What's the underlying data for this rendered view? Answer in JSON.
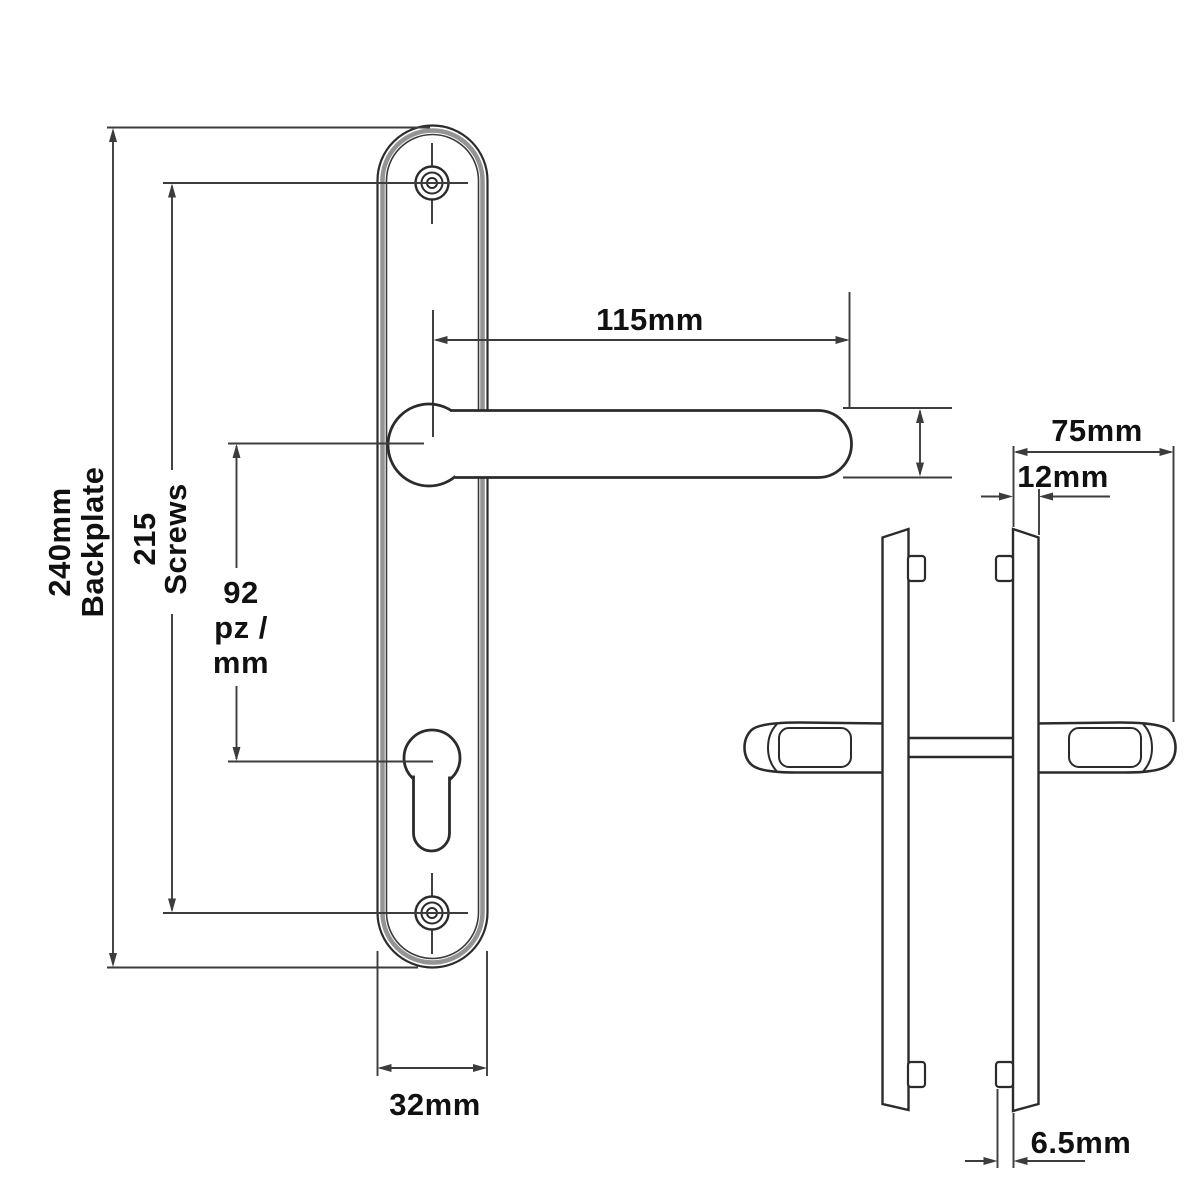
{
  "page": {
    "background": "#ffffff"
  },
  "diagram": {
    "type": "technical-drawing",
    "subject": "uPVC door handle on long backplate - front elevation and side elevation with dimensions",
    "dimensions": {
      "backplate_height": "240mm",
      "backplate_height_label": "Backplate",
      "screw_centres": "215",
      "screw_centres_label": "Screws",
      "pz_centres_value": "92",
      "pz_centres_unit1": "pz /",
      "pz_centres_unit2": "mm",
      "lever_length": "115mm",
      "backplate_width": "32mm",
      "handle_projection": "75mm",
      "backplate_depth": "12mm",
      "fixing_lug_depth": "6.5mm"
    },
    "colors": {
      "outline": "#2b2b2b",
      "dimension_line": "#3c3c3c",
      "plate_edge_gray": "#949494",
      "text": "#111111"
    }
  }
}
